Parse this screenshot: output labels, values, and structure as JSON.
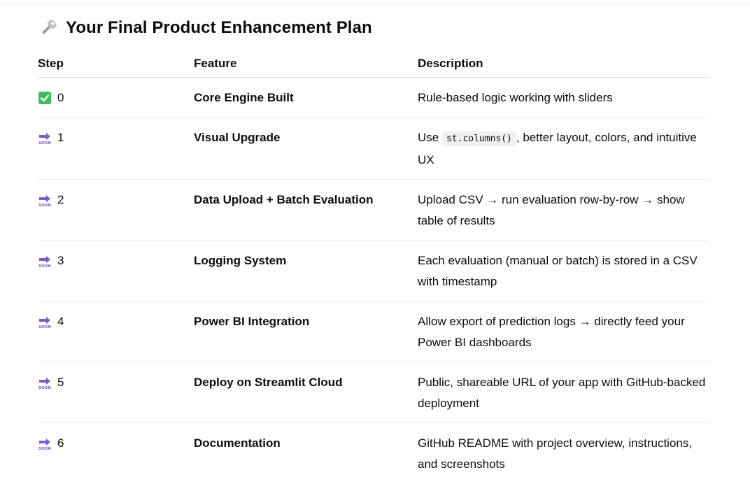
{
  "heading": {
    "icon": "wrench-icon",
    "text": "Your Final Product Enhancement Plan"
  },
  "table": {
    "headers": [
      "Step",
      "Feature",
      "Description"
    ],
    "rows": [
      {
        "icon": "check-mark-button-icon",
        "step": "0",
        "feature": "Core Engine Built",
        "description": "Rule-based logic working with sliders"
      },
      {
        "icon": "soon-arrow-icon",
        "step": "1",
        "feature": "Visual Upgrade",
        "desc_pre": "Use ",
        "desc_code": "st.columns()",
        "desc_post": ", better layout, colors, and intuitive UX"
      },
      {
        "icon": "soon-arrow-icon",
        "step": "2",
        "feature": "Data Upload + Batch Evaluation",
        "description": "Upload CSV → run evaluation row-by-row → show table of results"
      },
      {
        "icon": "soon-arrow-icon",
        "step": "3",
        "feature": "Logging System",
        "description": "Each evaluation (manual or batch) is stored in a CSV with timestamp"
      },
      {
        "icon": "soon-arrow-icon",
        "step": "4",
        "feature": "Power BI Integration",
        "description": "Allow export of prediction logs → directly feed your Power BI dashboards"
      },
      {
        "icon": "soon-arrow-icon",
        "step": "5",
        "feature": "Deploy on Streamlit Cloud",
        "description": "Public, shareable URL of your app with GitHub-backed deployment"
      },
      {
        "icon": "soon-arrow-icon",
        "step": "6",
        "feature": "Documentation",
        "description": "GitHub README with project overview, instructions, and screenshots"
      }
    ]
  },
  "colors": {
    "check_green": "#3dbd5d",
    "soon_purple": "#7b5bc4"
  }
}
